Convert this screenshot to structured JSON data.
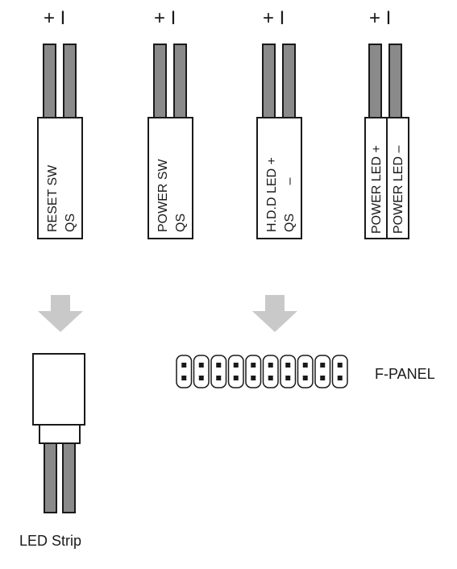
{
  "connectors": [
    {
      "id": "reset",
      "polarity": "+ I",
      "lines": [
        "RESET SW",
        "QS"
      ]
    },
    {
      "id": "power",
      "polarity": "+ I",
      "lines": [
        "POWER SW",
        "QS"
      ]
    },
    {
      "id": "hdd",
      "polarity": "+ I",
      "lines": [
        "H.D.D LED +",
        "QS        –"
      ]
    },
    {
      "id": "pled",
      "polarity": "+ I",
      "lines": [
        "POWER LED +",
        "POWER LED –"
      ]
    }
  ],
  "header": {
    "label": "F-PANEL",
    "columns": 10,
    "rows": 2
  },
  "led_strip": {
    "label": "LED Strip"
  },
  "colors": {
    "wire": "#8a8a8a",
    "arrow": "#c9c9c9",
    "outline": "#1a1a1a"
  }
}
